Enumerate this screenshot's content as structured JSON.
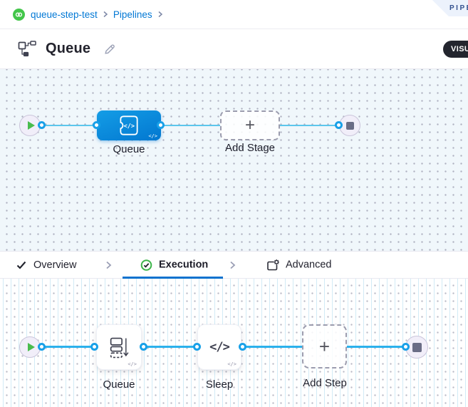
{
  "app": {
    "corner_badge": "PIPELINE STUDIO",
    "view_toggle": "VISUAL"
  },
  "breadcrumb": {
    "project": "queue-step-test",
    "pipelines": "Pipelines"
  },
  "header": {
    "title": "Queue"
  },
  "icons": {
    "code_glyph": "</>",
    "plus_glyph": "+"
  },
  "stage_canvas": {
    "stage_label": "Queue",
    "add_stage_label": "Add Stage"
  },
  "tabs": [
    {
      "label": "Overview",
      "state": "completed"
    },
    {
      "label": "Execution",
      "state": "active"
    },
    {
      "label": "Advanced",
      "state": "default"
    }
  ],
  "execution_canvas": {
    "queue_step_label": "Queue",
    "sleep_step_label": "Sleep",
    "add_step_label": "Add Step"
  },
  "colors": {
    "primary_blue": "#0278d5",
    "connector_blue": "#2bb1ec",
    "stage_node_blue": "#0b8fe0",
    "success_green": "#42ba44",
    "canvas_tint": "#f0f7fb",
    "toggle_dark": "#23252e"
  }
}
